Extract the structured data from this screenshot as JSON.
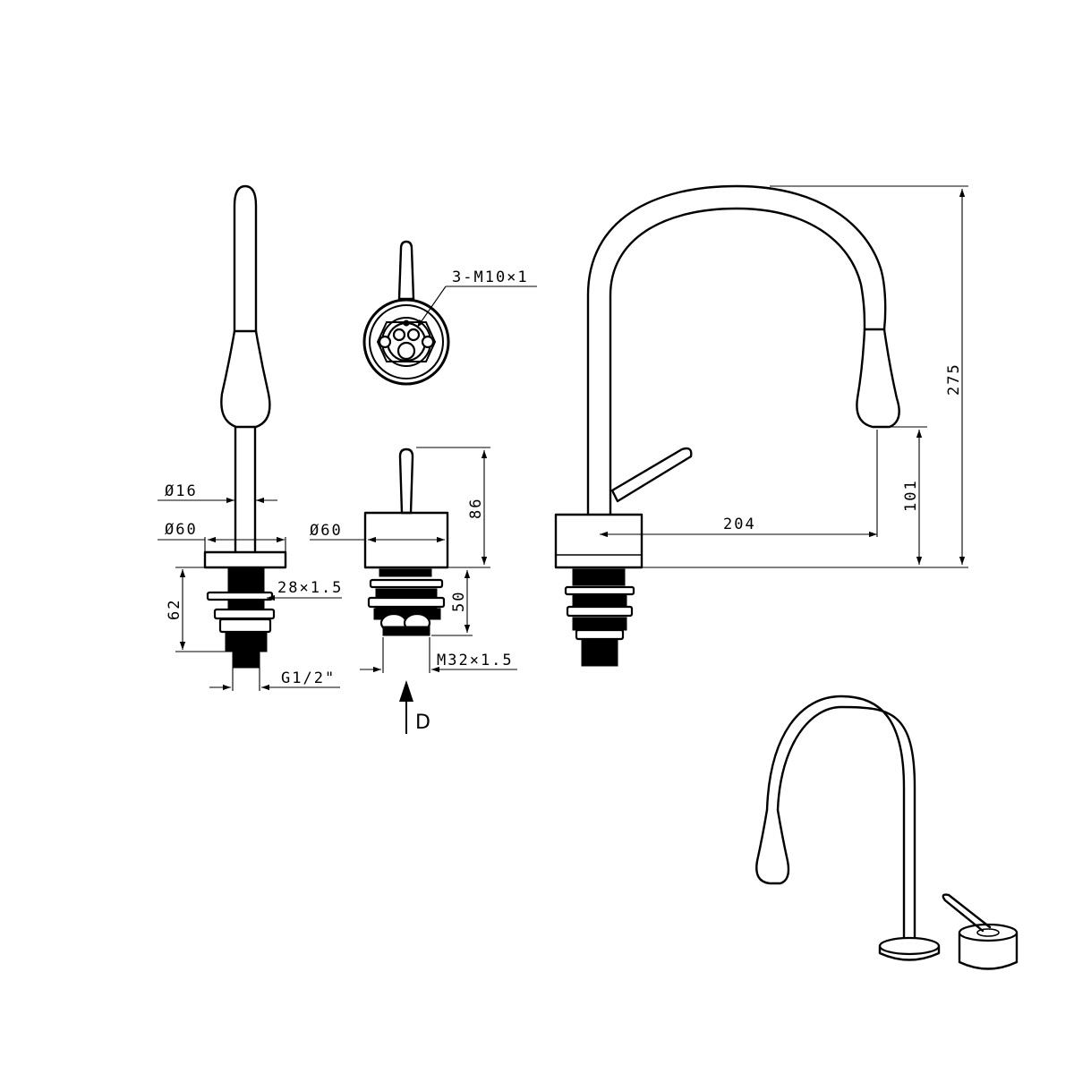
{
  "dimensions": {
    "d16": "Ø16",
    "d60_spout": "Ø60",
    "d60_handle": "Ø60",
    "thread_28": "28×1.5",
    "len_62": "62",
    "g12": "G1/2\"",
    "holes": "3-M10×1",
    "h86": "86",
    "h50": "50",
    "m32": "M32×1.5",
    "view_d": "D",
    "reach_204": "204",
    "h101": "101",
    "h275": "275"
  },
  "colors": {
    "line": "#000000",
    "background": "#ffffff"
  }
}
